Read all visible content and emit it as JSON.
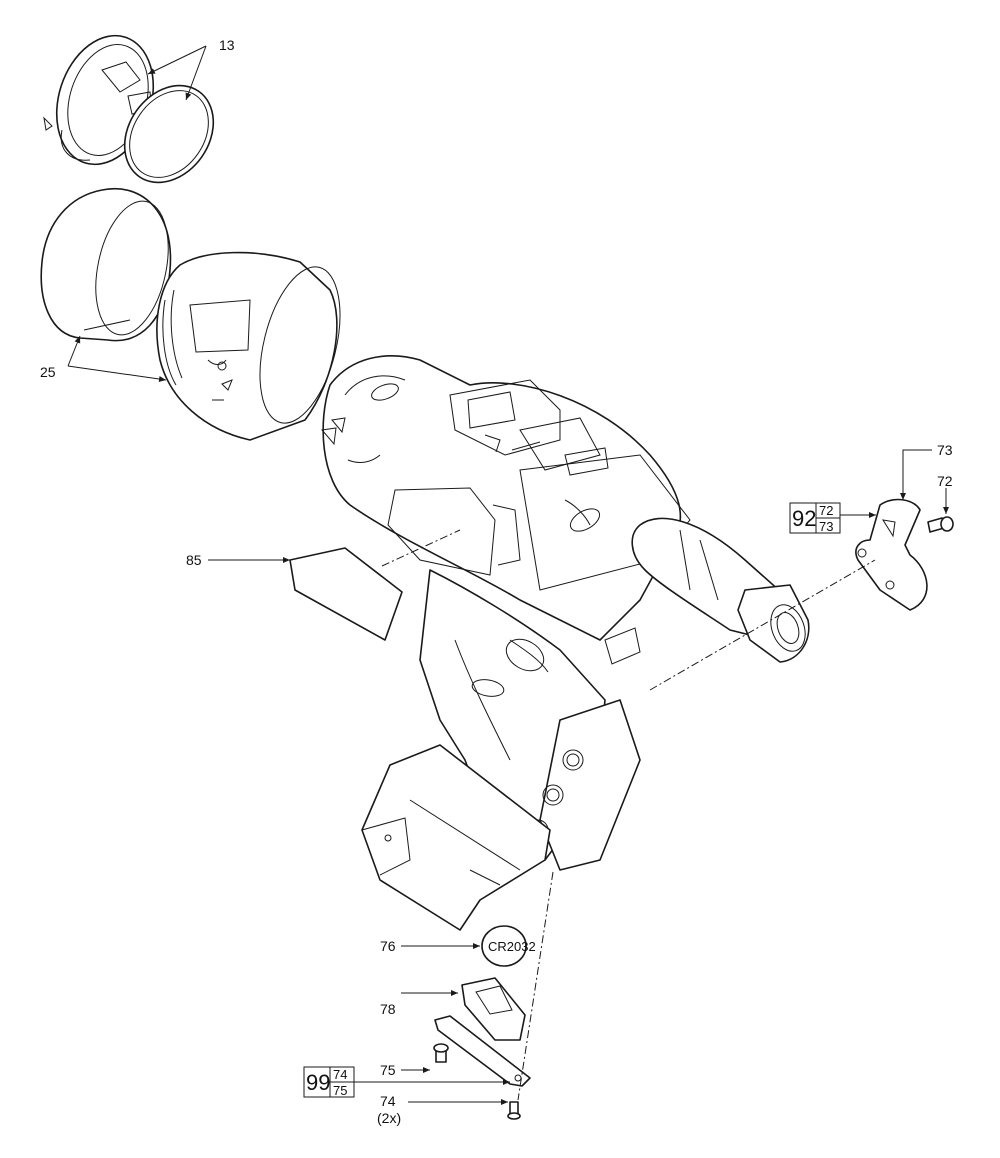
{
  "callouts": {
    "p13": "13",
    "p25": "25",
    "p85": "85",
    "p73": "73",
    "p72": "72",
    "p76": "76",
    "p78": "78",
    "p75": "75",
    "p74": "74",
    "p74_qty": "(2x)"
  },
  "kits": {
    "kit92": {
      "number": "92",
      "top": "72",
      "bottom": "73"
    },
    "kit99": {
      "number": "99",
      "top": "74",
      "bottom": "75"
    }
  },
  "battery_text": "CR2032"
}
